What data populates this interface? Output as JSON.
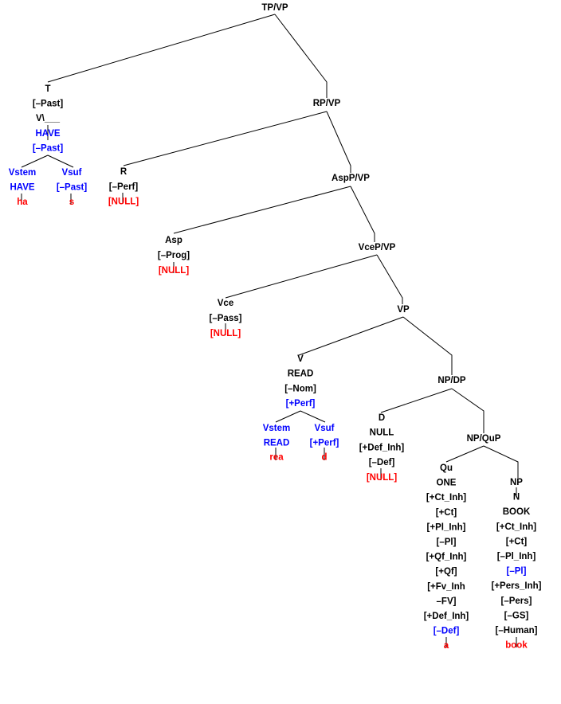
{
  "colors": {
    "k": "#000000",
    "b": "#0000ff",
    "r": "#ff0000"
  },
  "nodes": [
    {
      "id": "tpvp",
      "lines": [
        {
          "t": "TP/VP",
          "c": "k"
        }
      ]
    },
    {
      "id": "t",
      "lines": [
        {
          "t": "T",
          "c": "k"
        },
        {
          "t": "[–Past]",
          "c": "k"
        },
        {
          "t": "V\\___",
          "c": "k"
        },
        {
          "t": "HAVE",
          "c": "b"
        },
        {
          "t": "[–Past]",
          "c": "b"
        }
      ]
    },
    {
      "id": "t-vstem",
      "lines": [
        {
          "t": "Vstem",
          "c": "b"
        },
        {
          "t": "HAVE",
          "c": "b"
        },
        {
          "t": "ha",
          "c": "r"
        }
      ]
    },
    {
      "id": "t-vsuf",
      "lines": [
        {
          "t": "Vsuf",
          "c": "b"
        },
        {
          "t": "[–Past]",
          "c": "b"
        },
        {
          "t": "s",
          "c": "r"
        }
      ]
    },
    {
      "id": "rpvp",
      "lines": [
        {
          "t": "RP/VP",
          "c": "k"
        }
      ]
    },
    {
      "id": "r",
      "lines": [
        {
          "t": "R",
          "c": "k"
        },
        {
          "t": "[–Perf]",
          "c": "k"
        },
        {
          "t": "[NULL]",
          "c": "r"
        }
      ]
    },
    {
      "id": "asppvp",
      "lines": [
        {
          "t": "AspP/VP",
          "c": "k"
        }
      ]
    },
    {
      "id": "asp",
      "lines": [
        {
          "t": "Asp",
          "c": "k"
        },
        {
          "t": "[–Prog]",
          "c": "k"
        },
        {
          "t": "[NULL]",
          "c": "r"
        }
      ]
    },
    {
      "id": "vcepvp",
      "lines": [
        {
          "t": "VceP/VP",
          "c": "k"
        }
      ]
    },
    {
      "id": "vce",
      "lines": [
        {
          "t": "Vce",
          "c": "k"
        },
        {
          "t": "[–Pass]",
          "c": "k"
        },
        {
          "t": "[NULL]",
          "c": "r"
        }
      ]
    },
    {
      "id": "vp",
      "lines": [
        {
          "t": "VP",
          "c": "k"
        }
      ]
    },
    {
      "id": "v",
      "lines": [
        {
          "t": "V",
          "c": "k"
        },
        {
          "t": "READ",
          "c": "k"
        },
        {
          "t": "[–Nom]",
          "c": "k"
        },
        {
          "t": "[+Perf]",
          "c": "b"
        }
      ]
    },
    {
      "id": "v-vstem",
      "lines": [
        {
          "t": "Vstem",
          "c": "b"
        },
        {
          "t": "READ",
          "c": "b"
        },
        {
          "t": "rea",
          "c": "r"
        }
      ]
    },
    {
      "id": "v-vsuf",
      "lines": [
        {
          "t": "Vsuf",
          "c": "b"
        },
        {
          "t": "[+Perf]",
          "c": "b"
        },
        {
          "t": "d",
          "c": "r"
        }
      ]
    },
    {
      "id": "npdp",
      "lines": [
        {
          "t": "NP/DP",
          "c": "k"
        }
      ]
    },
    {
      "id": "d",
      "lines": [
        {
          "t": "D",
          "c": "k"
        },
        {
          "t": "NULL",
          "c": "k"
        },
        {
          "t": "[+Def_Inh]",
          "c": "k"
        },
        {
          "t": "[–Def]",
          "c": "k"
        },
        {
          "t": "[NULL]",
          "c": "r"
        }
      ]
    },
    {
      "id": "npqup",
      "lines": [
        {
          "t": "NP/QuP",
          "c": "k"
        }
      ]
    },
    {
      "id": "qu",
      "lines": [
        {
          "t": "Qu",
          "c": "k"
        },
        {
          "t": "ONE",
          "c": "k"
        },
        {
          "t": "[+Ct_Inh]",
          "c": "k"
        },
        {
          "t": "[+Ct]",
          "c": "k"
        },
        {
          "t": "[+Pl_Inh]",
          "c": "k"
        },
        {
          "t": "[–Pl]",
          "c": "k"
        },
        {
          "t": "[+Qf_Inh]",
          "c": "k"
        },
        {
          "t": "[+Qf]",
          "c": "k"
        },
        {
          "t": "[+Fv_Inh",
          "c": "k"
        },
        {
          "t": "–FV]",
          "c": "k"
        },
        {
          "t": "[+Def_Inh]",
          "c": "k"
        },
        {
          "t": "[–Def]",
          "c": "b"
        },
        {
          "t": "a",
          "c": "r"
        }
      ]
    },
    {
      "id": "np",
      "lines": [
        {
          "t": "NP",
          "c": "k"
        },
        {
          "t": "N",
          "c": "k"
        },
        {
          "t": "BOOK",
          "c": "k"
        },
        {
          "t": "[+Ct_Inh]",
          "c": "k"
        },
        {
          "t": "[+Ct]",
          "c": "k"
        },
        {
          "t": "[–Pl_Inh]",
          "c": "k"
        },
        {
          "t": "[–Pl]",
          "c": "b"
        },
        {
          "t": "[+Pers_Inh]",
          "c": "k"
        },
        {
          "t": "[–Pers]",
          "c": "k"
        },
        {
          "t": "[–GS]",
          "c": "k"
        },
        {
          "t": "[–Human]",
          "c": "k"
        },
        {
          "t": "book",
          "c": "r"
        }
      ]
    }
  ]
}
